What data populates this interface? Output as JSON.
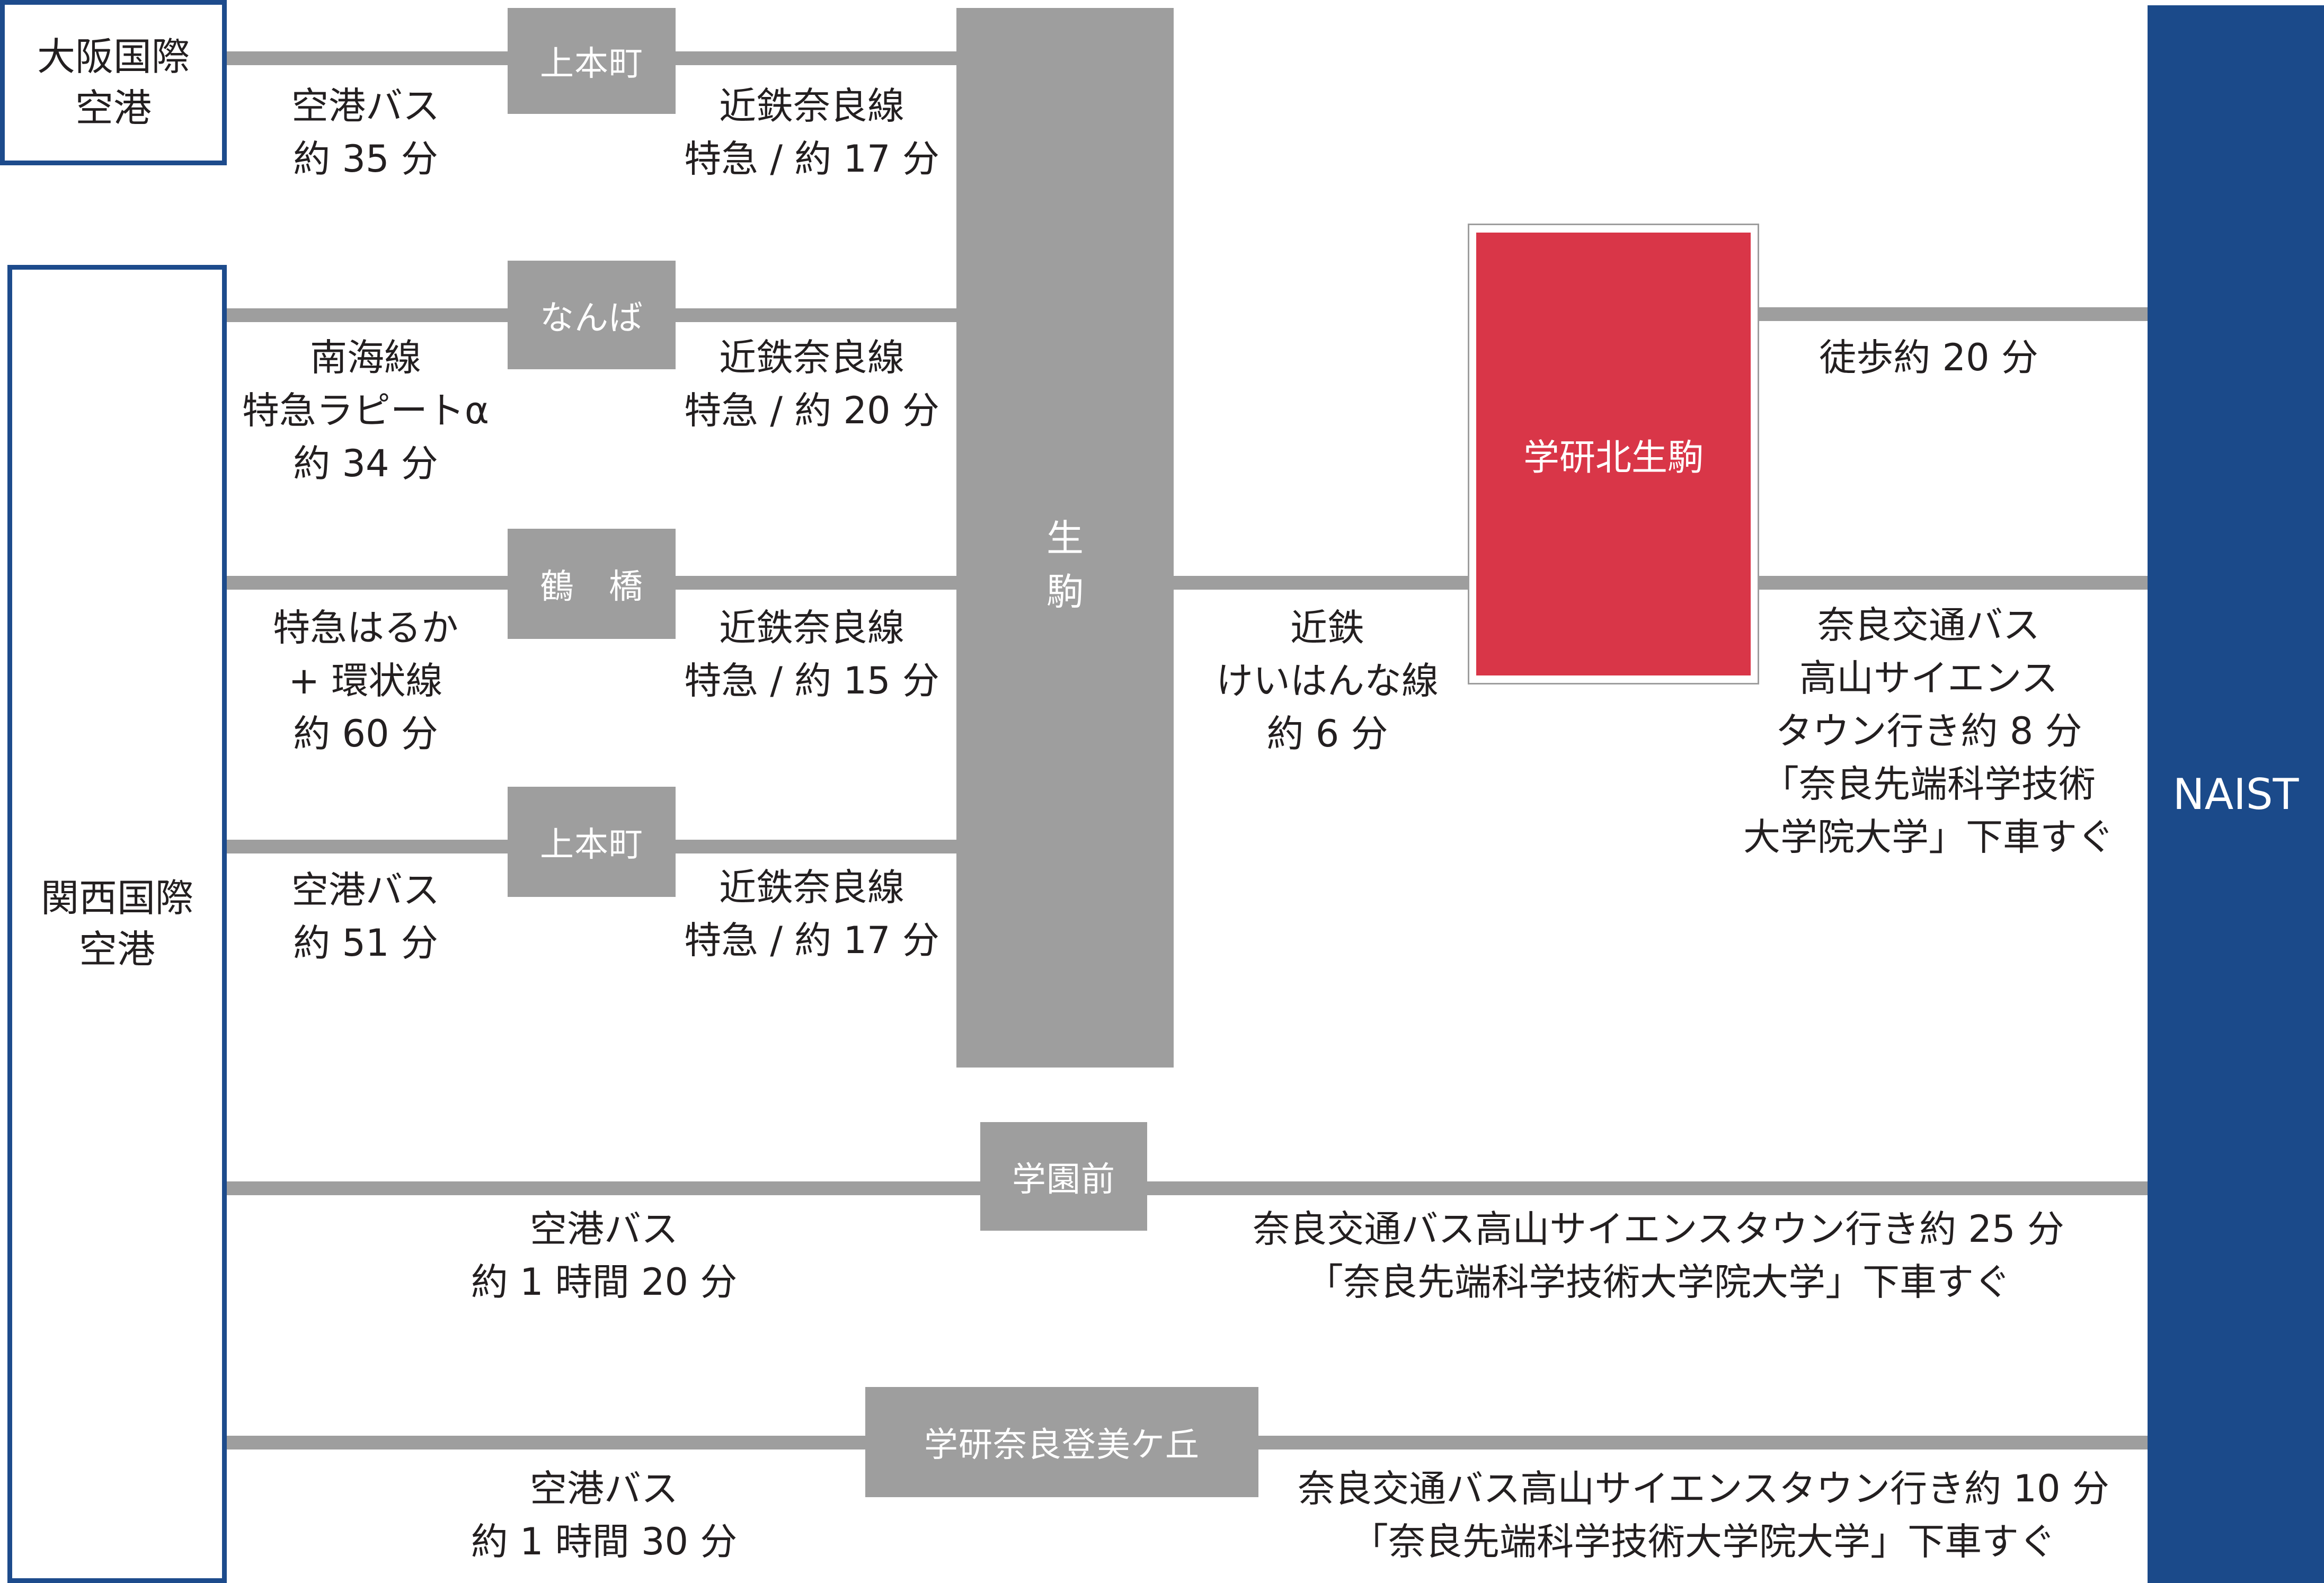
{
  "origins": {
    "osaka_itami": "大阪国際\n空港",
    "kansai": "関西国際\n空港"
  },
  "stations": {
    "uehonmachi_1": "上本町",
    "namba": "なんば",
    "tsuruhashi": "鶴　橋",
    "uehonmachi_2": "上本町",
    "ikoma": "生　駒",
    "gakken_kita_ikoma": "学研北生駒",
    "gakuenmae": "学園前",
    "gakken_nara_tomigaoka": "学研奈良登美ケ丘",
    "naist": "NAIST"
  },
  "routes": {
    "itami_bus": [
      "空港バス",
      "約 35 分"
    ],
    "itami_kintetsu": [
      "近鉄奈良線",
      "特急 / 約 17 分"
    ],
    "kix_nankai": [
      "南海線",
      "特急ラピートα",
      "約 34 分"
    ],
    "namba_kintetsu": [
      "近鉄奈良線",
      "特急 / 約 20 分"
    ],
    "kix_haruka": [
      "特急はるか",
      "+ 環状線",
      "約 60 分"
    ],
    "tsuruhashi_kintetsu": [
      "近鉄奈良線",
      "特急 / 約 15 分"
    ],
    "kix_bus_uehonmachi": [
      "空港バス",
      "約 51 分"
    ],
    "uehonmachi_kintetsu": [
      "近鉄奈良線",
      "特急 / 約 17 分"
    ],
    "keihanna": [
      "近鉄",
      "けいはんな線",
      "約 6 分"
    ],
    "walk": [
      "徒歩約 20 分"
    ],
    "nara_kotsu_kita": [
      "奈良交通バス",
      "高山サイエンス",
      "タウン行き約 8 分",
      "「奈良先端科学技術",
      "大学院大学」下車すぐ"
    ],
    "kix_bus_gakuenmae": [
      "空港バス",
      "約 1 時間 20 分"
    ],
    "gakuenmae_bus": [
      "奈良交通バス高山サイエンスタウン行き約 25 分",
      "「奈良先端科学技術大学院大学」下車すぐ"
    ],
    "kix_bus_tomigaoka": [
      "空港バス",
      "約 1 時間 30 分"
    ],
    "tomigaoka_bus": [
      "奈良交通バス高山サイエンスタウン行き約 10 分",
      "「奈良先端科学技術大学院大学」下車すぐ"
    ]
  },
  "colors": {
    "origin_border": "#1d4b8c",
    "station_gray": "#9e9e9e",
    "naist_blue": "#1b4a8a",
    "highlight_red": "#d93648"
  }
}
